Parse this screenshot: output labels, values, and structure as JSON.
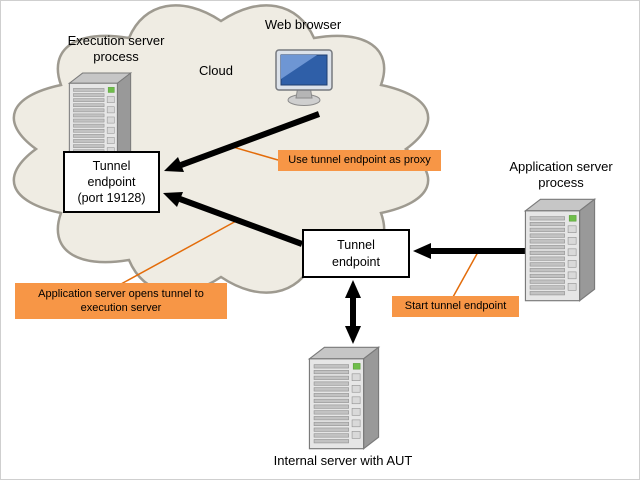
{
  "labels": {
    "execution_server": "Execution server\nprocess",
    "cloud": "Cloud",
    "web_browser": "Web browser",
    "application_server": "Application server\nprocess",
    "internal_server": "Internal server with AUT"
  },
  "boxes": {
    "tunnel_endpoint_cloud": "Tunnel\nendpoint\n(port 19128)",
    "tunnel_endpoint_dmz": "Tunnel\nendpoint"
  },
  "callouts": {
    "use_proxy": "Use tunnel endpoint as proxy",
    "opens_tunnel": "Application server opens tunnel to execution server",
    "start_endpoint": "Start tunnel endpoint"
  },
  "icons": {
    "execution_server": "server-tower-icon",
    "web_browser": "monitor-icon",
    "application_server": "server-tower-icon",
    "internal_server": "server-tower-icon",
    "cloud": "cloud-shape"
  },
  "colors": {
    "callout_bg": "#F79646",
    "connector_line": "#E36C0A",
    "cloud_fill": "#EFECE3",
    "cloud_stroke": "#9E9A90",
    "arrow": "#000000",
    "box_border": "#000000",
    "box_bg": "#FFFFFF",
    "screen_blue": "#2F5FA8",
    "led_green": "#6FBE4A"
  }
}
